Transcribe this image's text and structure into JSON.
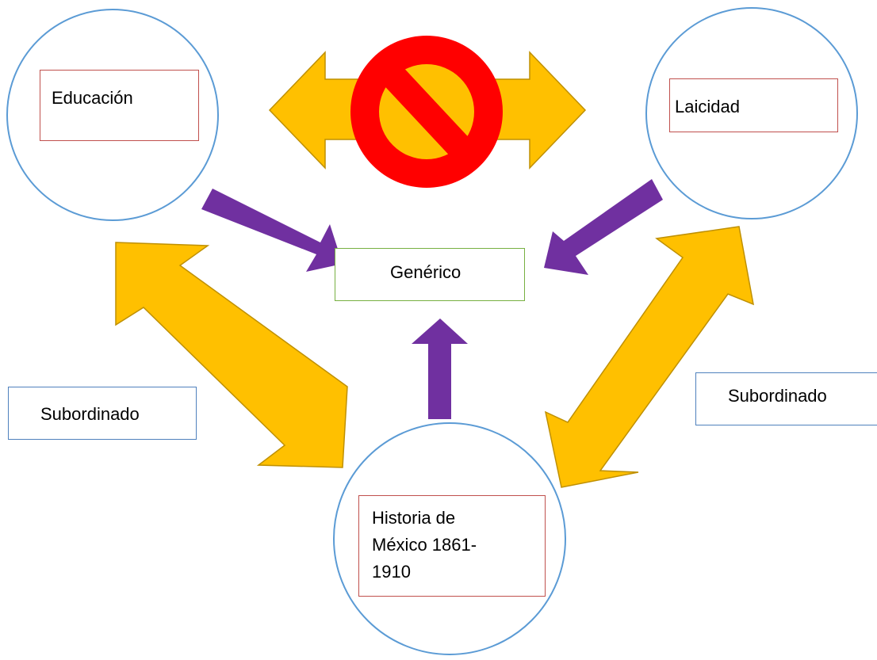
{
  "diagram": {
    "nodes": {
      "educacion": "Educación",
      "laicidad": "Laicidad",
      "generico": "Genérico",
      "historia_line1": "Historia de",
      "historia_line2": "México 1861-",
      "historia_line3": "1910"
    },
    "labels": {
      "left_relation": "Subordinado",
      "right_relation": "Subordinado"
    }
  },
  "colors": {
    "circle_stroke": "#5b9bd5",
    "concept_box_stroke": "#c0504d",
    "center_box_stroke": "#77b041",
    "label_box_stroke": "#4f81bd",
    "double_arrow_fill": "#ffc000",
    "double_arrow_stroke": "#bf9000",
    "arrow_fill": "#7030a0",
    "prohibited_sign": "#ff0000"
  },
  "icons": {
    "prohibited": "prohibited-icon"
  }
}
